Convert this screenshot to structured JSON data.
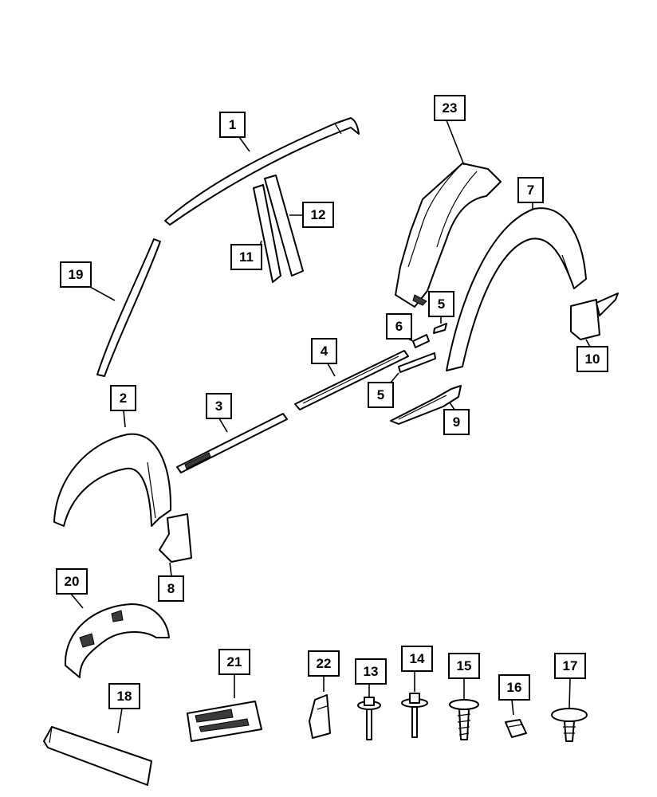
{
  "callouts": [
    {
      "id": "c1",
      "label": "1"
    },
    {
      "id": "c2",
      "label": "2"
    },
    {
      "id": "c3",
      "label": "3"
    },
    {
      "id": "c4",
      "label": "4"
    },
    {
      "id": "c5a",
      "label": "5"
    },
    {
      "id": "c5b",
      "label": "5"
    },
    {
      "id": "c6",
      "label": "6"
    },
    {
      "id": "c7",
      "label": "7"
    },
    {
      "id": "c8",
      "label": "8"
    },
    {
      "id": "c9",
      "label": "9"
    },
    {
      "id": "c10",
      "label": "10"
    },
    {
      "id": "c11",
      "label": "11"
    },
    {
      "id": "c12",
      "label": "12"
    },
    {
      "id": "c13",
      "label": "13"
    },
    {
      "id": "c14",
      "label": "14"
    },
    {
      "id": "c15",
      "label": "15"
    },
    {
      "id": "c16",
      "label": "16"
    },
    {
      "id": "c17",
      "label": "17"
    },
    {
      "id": "c18",
      "label": "18"
    },
    {
      "id": "c19",
      "label": "19"
    },
    {
      "id": "c20",
      "label": "20"
    },
    {
      "id": "c21",
      "label": "21"
    },
    {
      "id": "c22",
      "label": "22"
    },
    {
      "id": "c23",
      "label": "23"
    }
  ]
}
